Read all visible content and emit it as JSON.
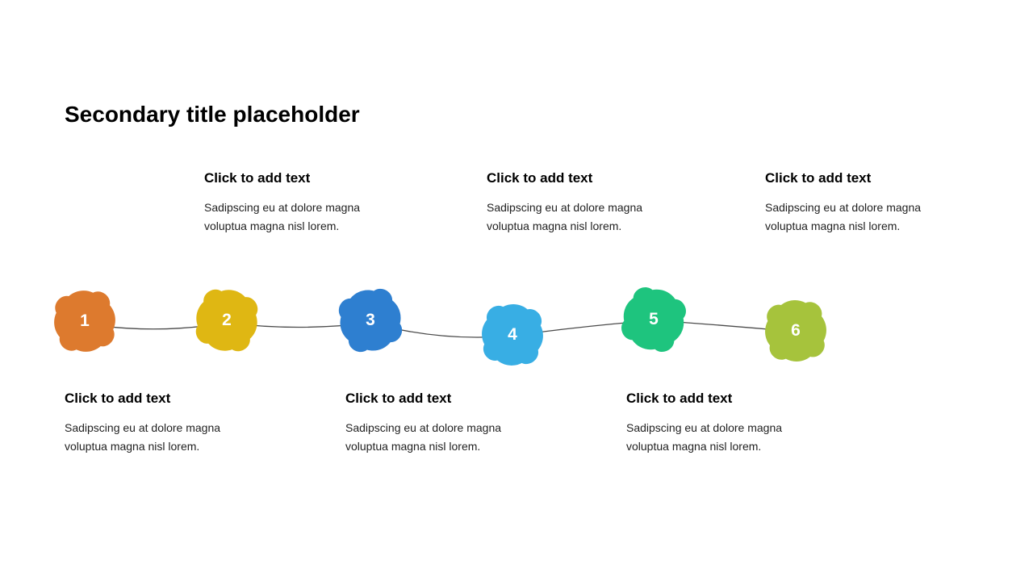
{
  "slide": {
    "title": "Secondary title placeholder"
  },
  "top_blocks": [
    {
      "heading": "Click to add text",
      "body": "Sadipscing eu at dolore magna voluptua magna nisl lorem."
    },
    {
      "heading": "Click to add text",
      "body": "Sadipscing eu at dolore magna voluptua magna nisl lorem."
    },
    {
      "heading": "Click to add text",
      "body": "Sadipscing eu at dolore magna voluptua magna nisl lorem."
    }
  ],
  "bottom_blocks": [
    {
      "heading": "Click to add text",
      "body": "Sadipscing eu at dolore magna voluptua magna nisl lorem."
    },
    {
      "heading": "Click to add text",
      "body": "Sadipscing eu at dolore magna voluptua magna nisl lorem."
    },
    {
      "heading": "Click to add text",
      "body": "Sadipscing eu at dolore magna voluptua magna nisl lorem."
    }
  ],
  "timeline": {
    "connector_color": "#4a4a4a",
    "items": [
      {
        "number": "1",
        "color": "#dd7a2e"
      },
      {
        "number": "2",
        "color": "#dfb713"
      },
      {
        "number": "3",
        "color": "#2e7fd0"
      },
      {
        "number": "4",
        "color": "#38aee4"
      },
      {
        "number": "5",
        "color": "#1ec47e"
      },
      {
        "number": "6",
        "color": "#a6c33c"
      }
    ]
  }
}
